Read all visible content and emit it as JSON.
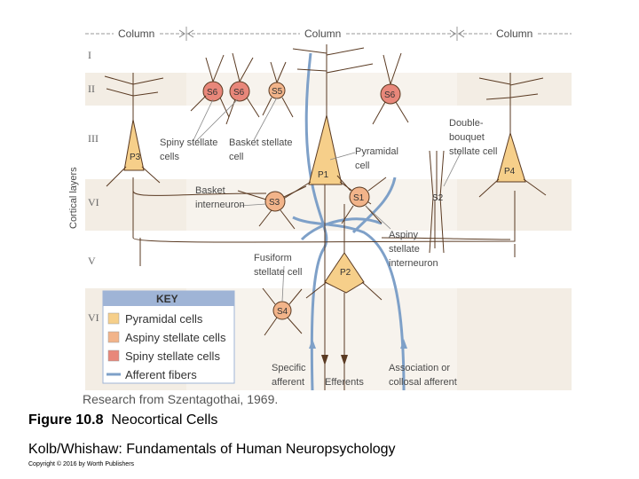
{
  "columns": {
    "left": "Column",
    "center": "Column",
    "right": "Column"
  },
  "layers": [
    "I",
    "II",
    "III",
    "VI",
    "V",
    "VI"
  ],
  "axis_label": "Cortical layers",
  "cell_labels": {
    "s6_left": "S6",
    "s6_mid": "S6",
    "s5": "S5",
    "s6_right": "S6",
    "p3": "P3",
    "p1": "P1",
    "s3": "S3",
    "s1": "S1",
    "s2": "S2",
    "p4": "P4",
    "p2": "P2",
    "s4": "S4"
  },
  "annotations": {
    "spiny_stellate_line1": "Spiny stellate",
    "spiny_stellate_line2": "cells",
    "basket_stellate_line1": "Basket stellate",
    "basket_stellate_line2": "cell",
    "pyramidal_line1": "Pyramidal",
    "pyramidal_line2": "cell",
    "double_bouquet_line1": "Double-",
    "double_bouquet_line2": "bouquet",
    "double_bouquet_line3": "stellate cell",
    "basket_interneuron_line1": "Basket",
    "basket_interneuron_line2": "interneuron",
    "aspiny_line1": "Aspiny",
    "aspiny_line2": "stellate",
    "aspiny_line3": "interneuron",
    "fusiform_line1": "Fusiform",
    "fusiform_line2": "stellate cell",
    "specific_line1": "Specific",
    "specific_line2": "afferent",
    "efferents": "Efferents",
    "association_line1": "Association or",
    "association_line2": "collosal afferent"
  },
  "key": {
    "title": "KEY",
    "items": [
      {
        "label": "Pyramidal cells",
        "color": "#f6cf8a"
      },
      {
        "label": "Aspiny stellate cells",
        "color": "#f2b48a"
      },
      {
        "label": "Spiny stellate cells",
        "color": "#e8877a"
      },
      {
        "label": "Afferent fibers",
        "color": "#7ea0c8"
      }
    ]
  },
  "colors": {
    "band": "#f3ede4",
    "pyramidal": "#f6cf8a",
    "aspiny": "#f2b48a",
    "spiny": "#e8877a",
    "afferent": "#7ea0c8",
    "neuron_line": "#5a3a22",
    "key_header": "#9fb4d6"
  },
  "research_note": "Research from Szentagothai, 1969.",
  "caption": {
    "label": "Figure 10.8",
    "title": "Neocortical Cells"
  },
  "book": "Kolb/Whishaw: Fundamentals of Human Neuropsychology",
  "copyright": "Copyright © 2016 by Worth Publishers"
}
